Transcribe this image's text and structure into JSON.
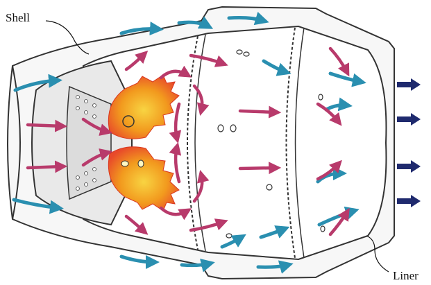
{
  "labels": {
    "shell": "Shell",
    "liner": "Liner"
  },
  "colors": {
    "outline": "#333333",
    "casing_fill": "#f7f7f7",
    "liner_fill": "#ffffff",
    "dome_fill": "#e9e9e9",
    "cold_air": "#2a8fb0",
    "hot_air": "#b83a6b",
    "exhaust": "#1f2a6e",
    "flame_outer": "#e8492a",
    "flame_mid": "#f29a1e",
    "flame_core": "#f8d442"
  },
  "icons": {
    "cold_air_arrow": "blue-flow-arrow",
    "hot_air_arrow": "magenta-flow-arrow",
    "exhaust_arrow": "navy-exhaust-arrow",
    "flame": "flame-icon"
  }
}
